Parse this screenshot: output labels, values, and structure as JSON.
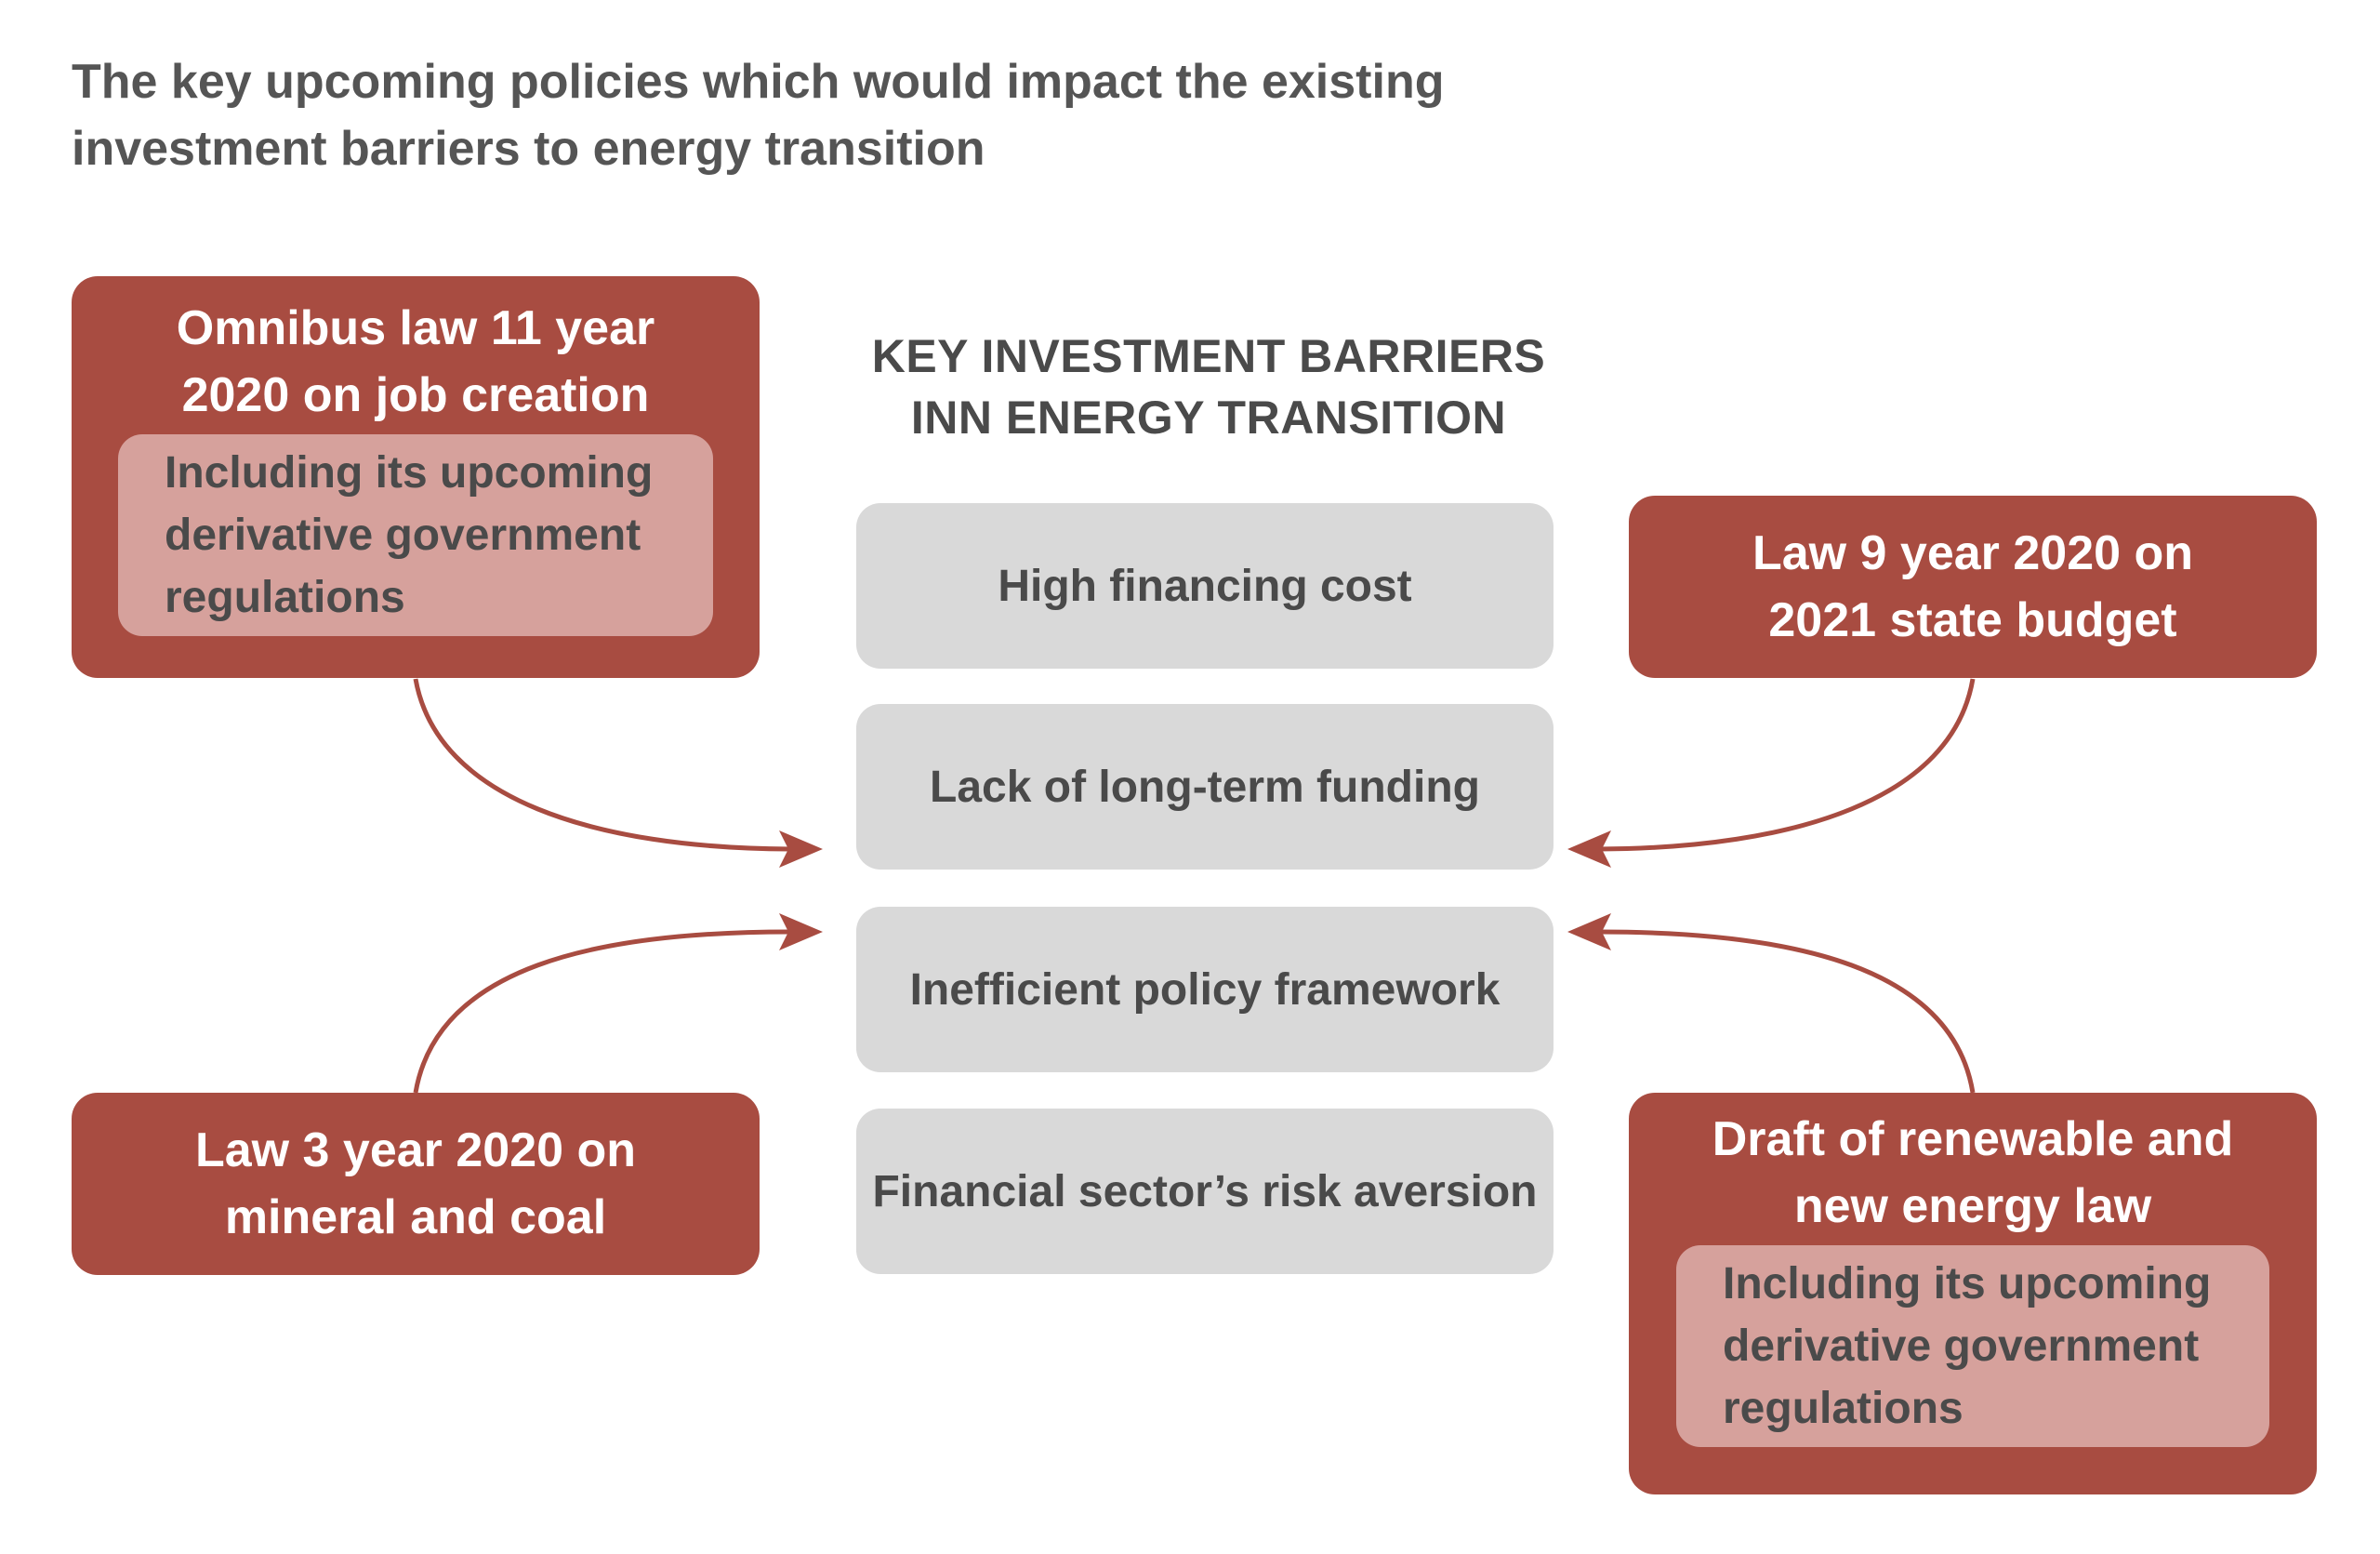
{
  "title": "The key upcoming policies which would impact the existing investment barriers to energy transition",
  "center": {
    "header_line1": "KEY INVESTMENT BARRIERS",
    "header_line2": "INN ENERGY TRANSITION",
    "barriers": [
      "High financing cost",
      "Lack of long-term funding",
      "Inefficient policy framework",
      "Financial sector’s risk aversion"
    ]
  },
  "policies": {
    "top_left": {
      "title_line1": "Omnibus law 11 year",
      "title_line2": "2020 on job creation",
      "sub_line1": "Including its upcoming",
      "sub_line2": "derivative government",
      "sub_line3": "regulations"
    },
    "top_right": {
      "title_line1": "Law 9 year 2020 on",
      "title_line2": "2021 state budget"
    },
    "bottom_left": {
      "title_line1": "Law 3 year 2020 on",
      "title_line2": "mineral and coal"
    },
    "bottom_right": {
      "title_line1": "Draft of renewable and",
      "title_line2": "new energy law",
      "sub_line1": "Including its upcoming",
      "sub_line2": "derivative government",
      "sub_line3": "regulations"
    }
  },
  "colors": {
    "policy_box": "#a84c41",
    "policy_sub_box": "#d6a19c",
    "barrier_box": "#d9d9d9",
    "arrow": "#a84c41",
    "text_dark": "#4a4a4a"
  }
}
